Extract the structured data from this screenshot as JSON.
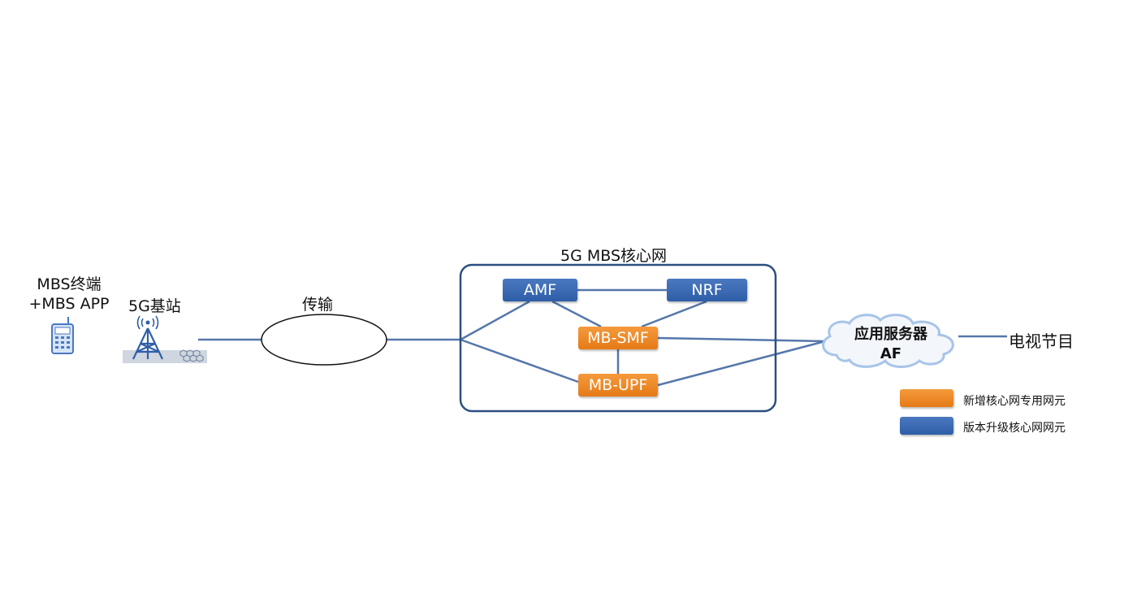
{
  "nodes": {
    "terminal": {
      "line1": "MBS终端",
      "line2": "+MBS APP",
      "icon": "mobile-phone-icon"
    },
    "gnb": {
      "label": "5G基站",
      "icon": "cell-tower-icon"
    },
    "transport": {
      "label": "传输"
    },
    "core": {
      "title": "5G MBS核心网",
      "amf": "AMF",
      "nrf": "NRF",
      "mb_smf": "MB-SMF",
      "mb_upf": "MB-UPF"
    },
    "af": {
      "line1": "应用服务器",
      "line2": "AF",
      "icon": "cloud-icon"
    },
    "tv": {
      "label": "电视节目"
    }
  },
  "legend": {
    "new_nf": "新增核心网专用网元",
    "upgraded_nf": "版本升级核心网网元"
  },
  "colors": {
    "line": "#5577aa",
    "core_border": "#2c4f80",
    "upgraded_nf": "#3566b0",
    "new_nf": "#ee8a28"
  }
}
